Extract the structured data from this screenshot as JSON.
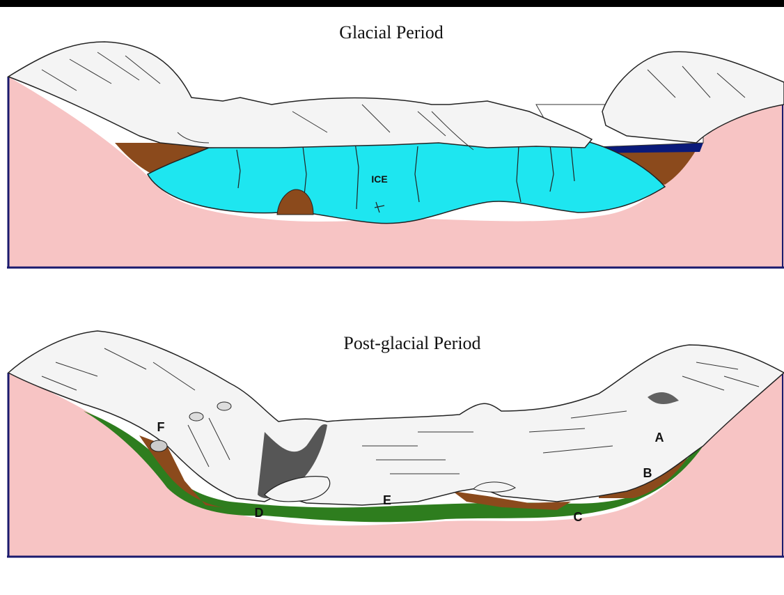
{
  "panels": [
    {
      "title": "Glacial Period",
      "labels": [
        "ICE"
      ]
    },
    {
      "title": "Post-glacial Period",
      "labels": [
        "A",
        "B",
        "C",
        "D",
        "E",
        "F"
      ]
    }
  ],
  "colors": {
    "bedrock": "#f7c4c4",
    "ice": "#1ee6f0",
    "sediment": "#8b4a1c",
    "vegetation": "#2e7d1e",
    "lake": "#0a1a7a",
    "frame": "#1a1a6e",
    "top_bar": "#000000",
    "snow": "#f4f4f4"
  }
}
